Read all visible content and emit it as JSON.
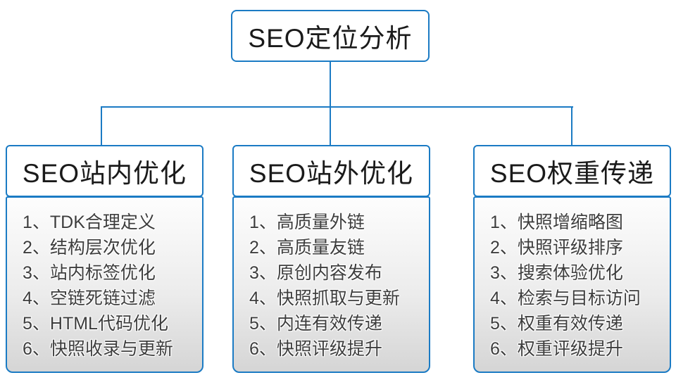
{
  "root": {
    "title": "SEO定位分析"
  },
  "columns": [
    {
      "title": "SEO站内优化",
      "items": [
        "1、TDK合理定义",
        "2、结构层次优化",
        "3、站内标签优化",
        "4、空链死链过滤",
        "5、HTML代码优化",
        "6、快照收录与更新"
      ]
    },
    {
      "title": "SEO站外优化",
      "items": [
        "1、高质量外链",
        "2、高质量友链",
        "3、原创内容发布",
        "4、快照抓取与更新",
        "5、内连有效传递",
        "6、快照评级提升"
      ]
    },
    {
      "title": "SEO权重传递",
      "items": [
        "1、快照增缩略图",
        "2、快照评级排序",
        "3、搜索体验优化",
        "4、检索与目标访问",
        "5、权重有效传递",
        "6、权重评级提升"
      ]
    }
  ],
  "colors": {
    "accent": "#1b7bc4",
    "list_gradient_top": "#fdfdfd",
    "list_gradient_bottom": "#d5d5d5",
    "item_text": "#3d3d3d",
    "title_text": "#1a1a1a"
  }
}
